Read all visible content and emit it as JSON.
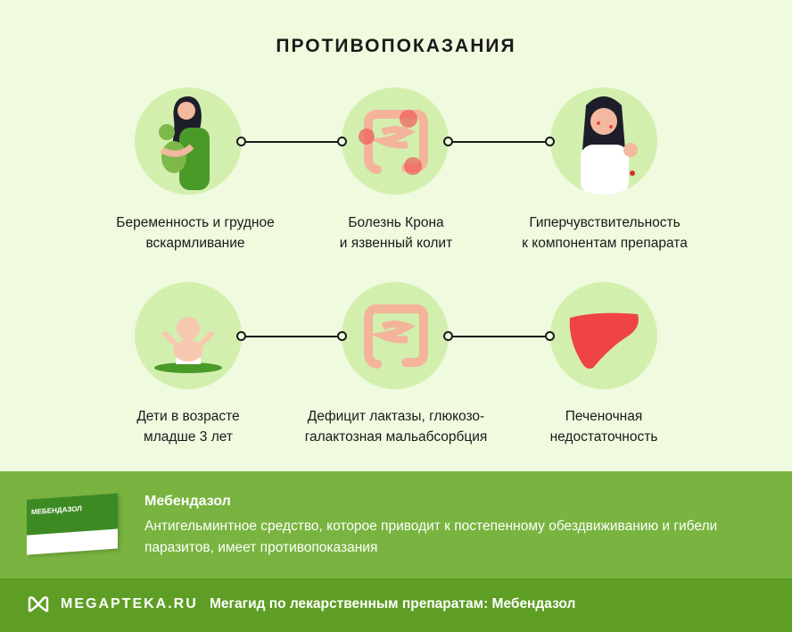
{
  "title": "ПРОТИВОПОКАЗАНИЯ",
  "items": [
    {
      "l1": "Беременность и грудное",
      "l2": "вскармливание",
      "icon": "pregnant-woman-icon"
    },
    {
      "l1": "Болезнь Крона",
      "l2": "и язвенный колит",
      "icon": "inflamed-intestine-icon"
    },
    {
      "l1": "Гиперчувствительность",
      "l2": "к компонентам препарата",
      "icon": "allergic-woman-icon"
    },
    {
      "l1": "Дети в возрасте",
      "l2": "младше 3 лет",
      "icon": "baby-icon"
    },
    {
      "l1": "Дефицит лактазы, глюкозо-",
      "l2": "галактозная мальабсорбция",
      "icon": "intestine-icon"
    },
    {
      "l1": "Печеночная",
      "l2": "недостаточность",
      "icon": "liver-icon"
    }
  ],
  "drug": {
    "name": "Мебендазол",
    "desc": "Антигельминтное средство, которое приводит к постепенному обездвиживанию и гибели паразитов, имеет противопоказания",
    "box_label": "МЕБЕНДАЗОЛ"
  },
  "footer": {
    "logo": "MEGAPTEKA.RU",
    "text": "Мегагид по лекарственным препаратам: Мебендазол"
  }
}
